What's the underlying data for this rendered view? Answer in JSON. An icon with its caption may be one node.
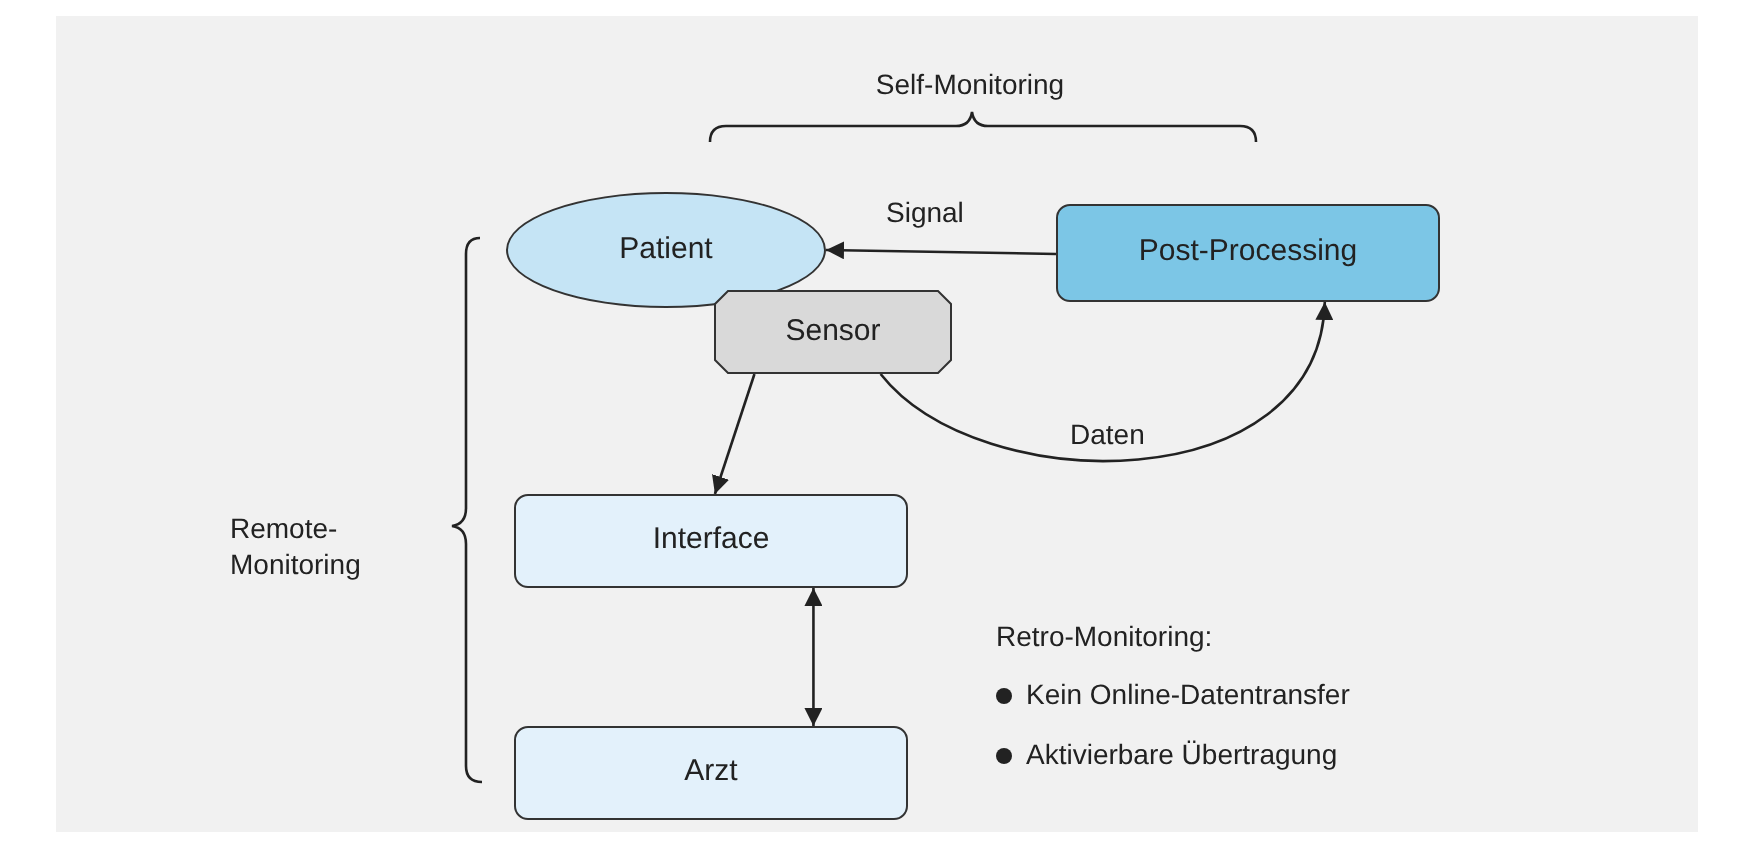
{
  "diagram": {
    "nodes": [
      {
        "text": [
          "Patient"
        ]
      },
      {
        "text": [
          "Post-Processing"
        ]
      },
      {
        "text": [
          "Sensor"
        ]
      },
      {
        "text": [
          "Interface"
        ]
      },
      {
        "text": [
          "Arzt"
        ]
      }
    ],
    "edges": [
      {
        "from": 1,
        "to": 0,
        "arrow": "to",
        "label": "Signal"
      },
      {
        "from": 2,
        "to": 1,
        "arrow": "to",
        "label": "Daten"
      },
      {
        "from": 2,
        "to": 3,
        "arrow": "to"
      },
      {
        "from": 3,
        "to": 4,
        "arrow": "both"
      }
    ],
    "labels": [
      "Self-Monitoring",
      "Remote-Monitoring",
      "Retro-Monitoring:",
      "Kein Online-Datentransfer",
      "Aktivierbare Übertragung"
    ]
  }
}
